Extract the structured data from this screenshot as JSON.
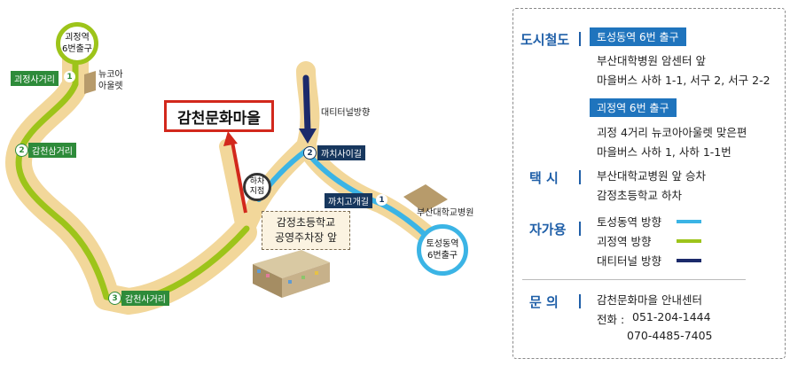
{
  "map": {
    "title": "감천문화마을",
    "start_circle": {
      "line1": "괴정역",
      "line2": "6번출구"
    },
    "end_circle": {
      "line1": "토성동역",
      "line2": "6번출구"
    },
    "dropoff": {
      "line1": "하차",
      "line2": "지점"
    },
    "stop_box": {
      "line1": "감정초등학교",
      "line2": "공영주차장 앞"
    },
    "landmarks": {
      "newcore": {
        "line1": "뉴코아",
        "line2": "아울렛"
      },
      "tunnel": "대티터널방향",
      "hospital": "부산대학교병원"
    },
    "stations": [
      {
        "num": "1",
        "label": "괴정사거리"
      },
      {
        "num": "2",
        "label": "감천삼거리"
      },
      {
        "num": "3",
        "label": "감천사거리"
      },
      {
        "num": "2",
        "label": "까치사이길"
      },
      {
        "num": "1",
        "label": "까치고개길"
      }
    ]
  },
  "panel": {
    "subway": {
      "title": "도시철도",
      "route1": {
        "badge": "토성동역 6번 출구",
        "line1": "부산대학병원 암센터 앞",
        "line2": "마을버스 사하 1-1, 서구 2, 서구 2-2"
      },
      "route2": {
        "badge": "괴정역 6번 출구",
        "line1": "괴정 4거리 뉴코아아울렛 맞은편",
        "line2": "마을버스 사하 1, 사하 1-1번"
      }
    },
    "taxi": {
      "title": "택 시",
      "line1": "부산대학교병원 앞 승차",
      "line2": "감정초등학교 하차"
    },
    "car": {
      "title": "자가용",
      "items": [
        {
          "label": "토성동역 방향",
          "color": "#3bb4e5"
        },
        {
          "label": "괴정역 방향",
          "color": "#9dc41a"
        },
        {
          "label": "대티터널 방향",
          "color": "#1b2a6b"
        }
      ]
    },
    "inquiry": {
      "title": "문 의",
      "line1": "감천문화마을 안내센터",
      "phone_label": "전화 :",
      "phone1": "051-204-1444",
      "phone2": "070-4485-7405"
    }
  }
}
